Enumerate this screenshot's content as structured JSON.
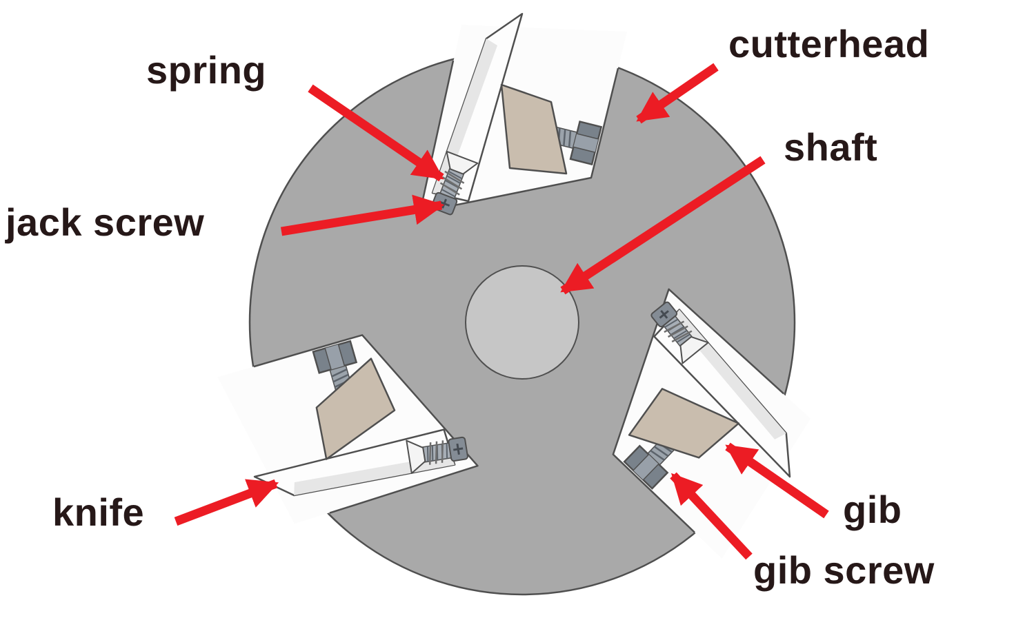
{
  "figure": {
    "labels": {
      "spring": "spring",
      "jack_screw": "jack screw",
      "knife": "knife",
      "cutterhead": "cutterhead",
      "shaft": "shaft",
      "gib": "gib",
      "gib_screw": "gib screw"
    },
    "colors": {
      "background": "#ffffff",
      "cutterhead_body": "#a9a9a9",
      "shaft": "#c6c6c6",
      "slot": "#fcfcfc",
      "knife": "#fdfdfd",
      "gib": "#c9bdae",
      "screw": "#828a93",
      "arrow": "#ec1c24",
      "text": "#261818",
      "outline": "#4f4f4f"
    }
  }
}
